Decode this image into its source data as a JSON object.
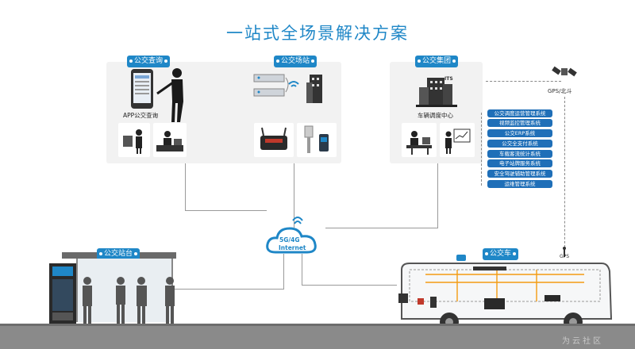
{
  "title": "一站式全场景解决方案",
  "panels": {
    "query": {
      "tag": "公交查询",
      "caption": "APP公交查询"
    },
    "station": {
      "tag": "公交场站"
    },
    "group": {
      "tag": "公交集团",
      "caption": "车辆调度中心",
      "its_label": "ITS"
    }
  },
  "systems": [
    "公交调度运营管理系统",
    "视频监控管理系统",
    "公交ERP系统",
    "公交全支付系统",
    "车载客流统计系统",
    "电子站牌服务系统",
    "安全驾驶辅助管理系统",
    "运维管理系统"
  ],
  "gps": {
    "satellite_label": "GPS/北斗",
    "bus_label": "GPS"
  },
  "cloud": {
    "line1": "5G/4G",
    "line2": "Internet"
  },
  "bus_stop": {
    "tag": "公交站台"
  },
  "bus": {
    "tag": "公交车"
  },
  "watermark": "为云社区",
  "colors": {
    "accent": "#1f87c7",
    "system_box": "#1f6fb8",
    "panel": "#f2f2f2",
    "road": "#8a8a8a"
  }
}
